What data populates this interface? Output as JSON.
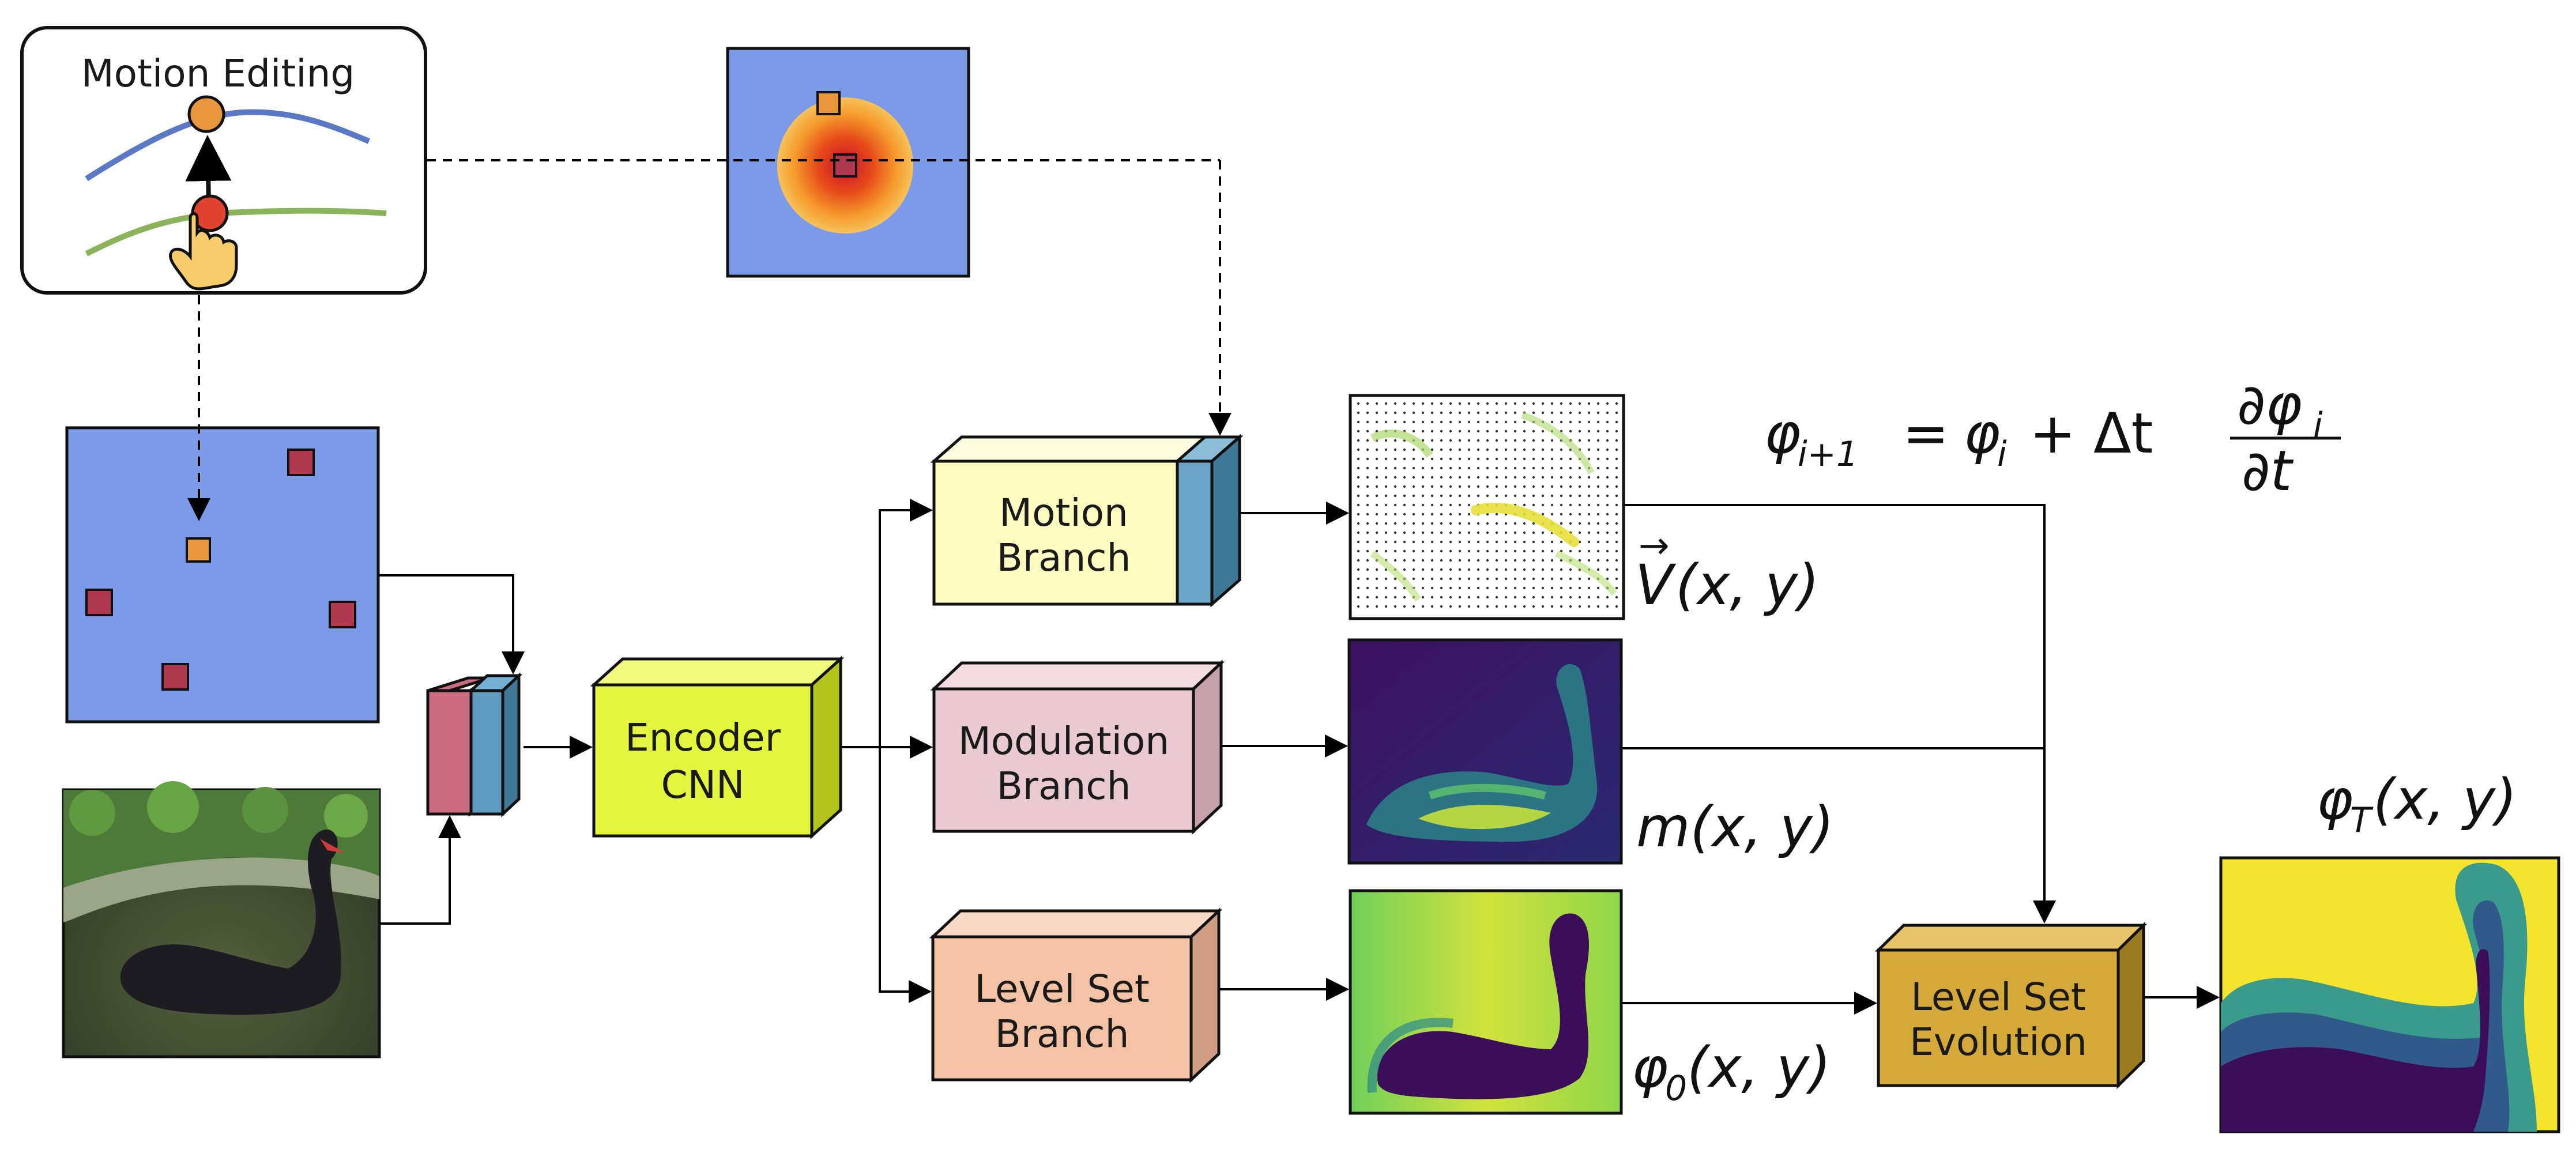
{
  "motion_editing": {
    "title": "Motion Editing"
  },
  "blocks": {
    "encoder": {
      "line1": "Encoder",
      "line2": "CNN"
    },
    "motion": {
      "line1": "Motion",
      "line2": "Branch"
    },
    "modulation": {
      "line1": "Modulation",
      "line2": "Branch"
    },
    "levelset": {
      "line1": "Level Set",
      "line2": "Branch"
    },
    "evolution": {
      "line1": "Level Set",
      "line2": "Evolution"
    }
  },
  "equations": {
    "update": {
      "lhs_base": "φ",
      "lhs_sub": "i+1",
      "eq": "=",
      "rhs_base": "φ",
      "rhs_sub": "i",
      "plus": "+ Δt",
      "num": "∂φ",
      "num_sub": "i",
      "den": "∂t"
    },
    "velocity": {
      "base": "V",
      "arrow": "→",
      "args": "(x, y)"
    },
    "modulation": {
      "text": "m(x, y)"
    },
    "phi0": {
      "base": "φ",
      "sub": "0",
      "args": "(x, y)"
    },
    "phiT": {
      "base": "φ",
      "sub": "T",
      "args": "(x, y)"
    }
  },
  "colors": {
    "blue_map": "#7b9ae8",
    "red_point": "#b0384f",
    "orange_point": "#e8973d",
    "encoder": "#e4f53d",
    "motion": "#fefcc0",
    "modulation": "#e8cad0",
    "levelset": "#f4c3a5",
    "evolution": "#d4a93a",
    "viridis_dark": "#3c0d59",
    "viridis_yellow": "#f4e42e"
  }
}
